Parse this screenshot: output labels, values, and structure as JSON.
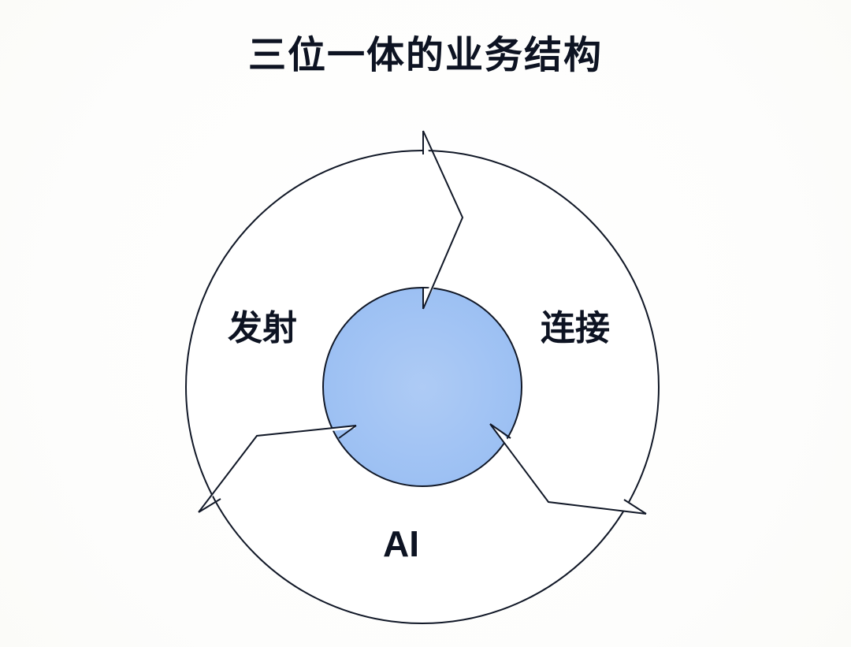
{
  "title": "三位一体的业务结构",
  "segments": [
    {
      "label": "发射"
    },
    {
      "label": "连接"
    },
    {
      "label": "AI"
    }
  ],
  "colors": {
    "core_fill_center": "#aac8f4",
    "core_fill_edge": "#9cc0f3",
    "stroke": "#111827",
    "text": "#0d1322"
  }
}
